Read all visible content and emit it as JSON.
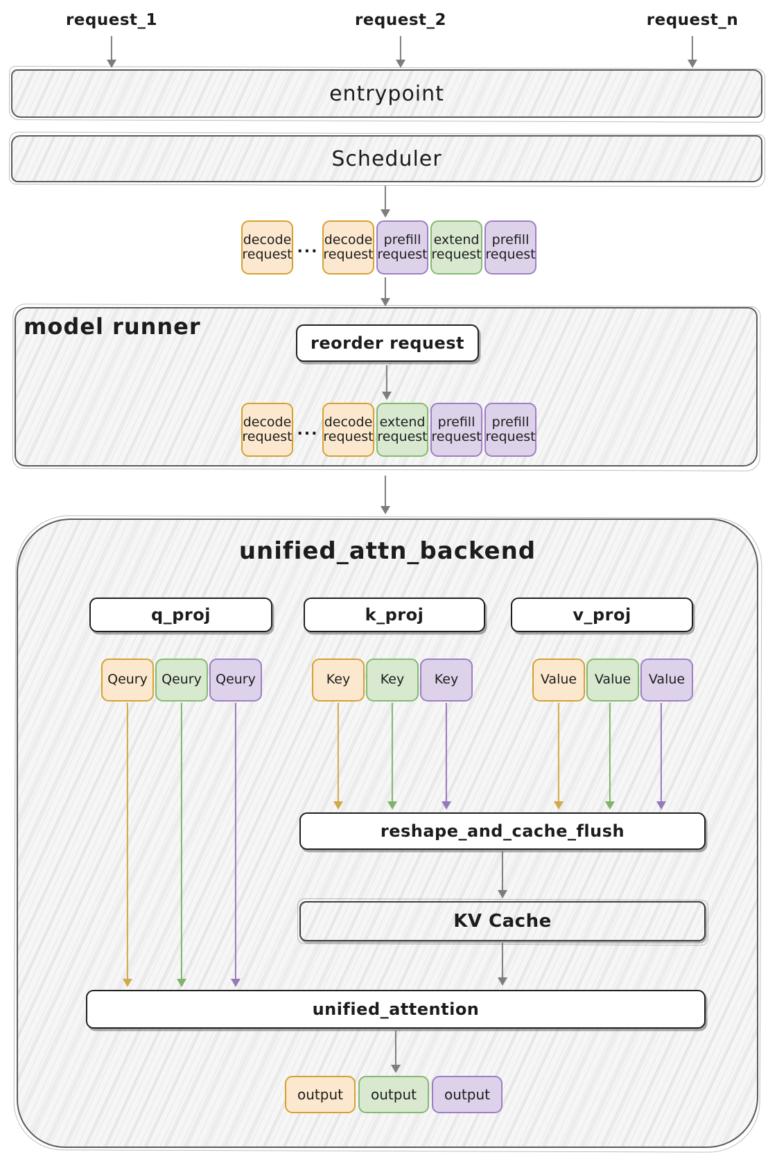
{
  "colors": {
    "text": "#1c1c1c",
    "box_border": "#5a5a5a",
    "dark_border": "#1e1e1e",
    "kv_border": "#3c3c3c",
    "arrow_gray": "#7d7d7d",
    "arrow_yellow": "#d0a94a",
    "arrow_green": "#7fb369",
    "arrow_purple": "#9879b8",
    "orange_fill": "#fce8ce",
    "orange_border": "#d4a12f",
    "green_fill": "#d8e9d0",
    "green_border": "#85b871",
    "purple_fill": "#ded2eb",
    "purple_border": "#9c7ec2"
  },
  "requests": {
    "labels": [
      "request_1",
      "request_2",
      "request_n"
    ]
  },
  "entrypoint": {
    "label": "entrypoint"
  },
  "scheduler": {
    "label": "Scheduler"
  },
  "scheduler_chips": [
    "decode\nrequest",
    "...",
    "decode\nrequest",
    "prefill\nrequest",
    "extend\nrequest",
    "prefill\nrequest"
  ],
  "model_runner": {
    "label": "model runner",
    "reorder": "reorder request",
    "chips": [
      "decode\nrequest",
      "...",
      "decode\nrequest",
      "extend\nrequest",
      "prefill\nrequest",
      "prefill\nrequest"
    ]
  },
  "backend": {
    "title": "unified_attn_backend",
    "q_proj": "q_proj",
    "k_proj": "k_proj",
    "v_proj": "v_proj",
    "q_chips": [
      "Qeury",
      "Qeury",
      "Qeury"
    ],
    "k_chips": [
      "Key",
      "Key",
      "Key"
    ],
    "v_chips": [
      "Value",
      "Value",
      "Value"
    ],
    "reshape": "reshape_and_cache_flush",
    "kv_cache": "KV Cache",
    "attention": "unified_attention",
    "outputs": [
      "output",
      "output",
      "output"
    ]
  }
}
